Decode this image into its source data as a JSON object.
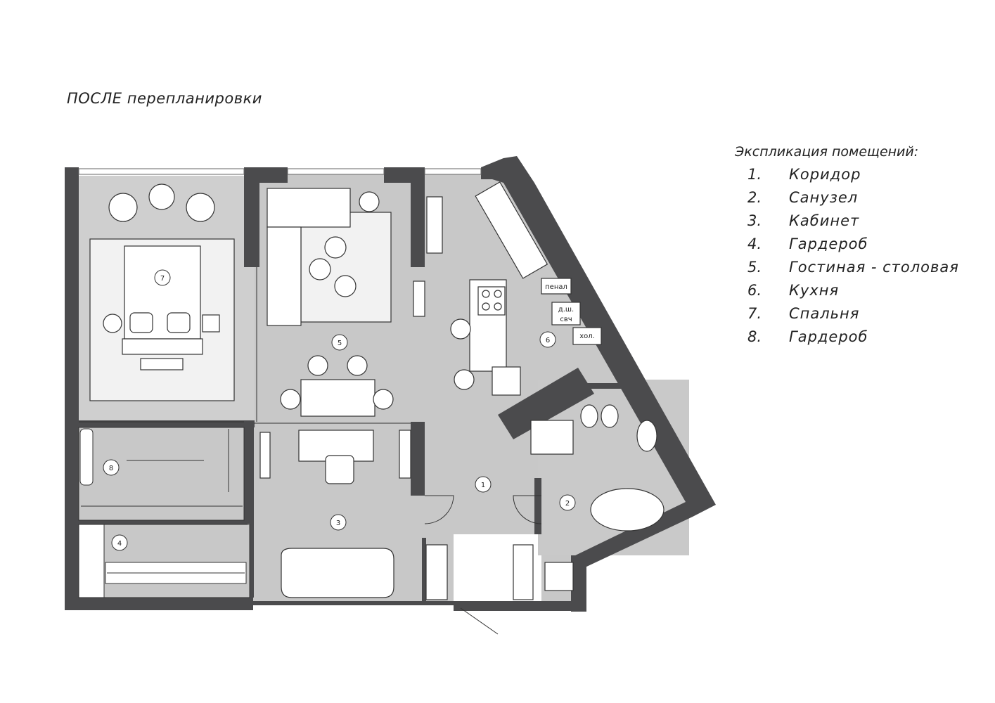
{
  "title": "ПОСЛЕ перепланировки",
  "legend": {
    "title": "Экспликация помещений:",
    "items": [
      {
        "num": "1.",
        "name": "Коридор"
      },
      {
        "num": "2.",
        "name": "Санузел"
      },
      {
        "num": "3.",
        "name": "Кабинет"
      },
      {
        "num": "4.",
        "name": "Гардероб"
      },
      {
        "num": "5.",
        "name": "Гостиная - столовая"
      },
      {
        "num": "6.",
        "name": "Кухня"
      },
      {
        "num": "7.",
        "name": "Спальня"
      },
      {
        "num": "8.",
        "name": "Гардероб"
      }
    ]
  },
  "room_markers": [
    "1",
    "2",
    "3",
    "4",
    "5",
    "6",
    "7",
    "8"
  ],
  "kitchen_labels": {
    "pencil": "пенал",
    "dishwasher_top": "д.ш.",
    "dishwasher_bottom": "свч",
    "fridge": "хол."
  },
  "colors": {
    "wall": "#4b4b4d",
    "floor": "#c8c8c8",
    "bedroom_floor": "#cccccc",
    "rug": "#f2f2f2",
    "furniture": "#ffffff",
    "line": "#333333"
  }
}
